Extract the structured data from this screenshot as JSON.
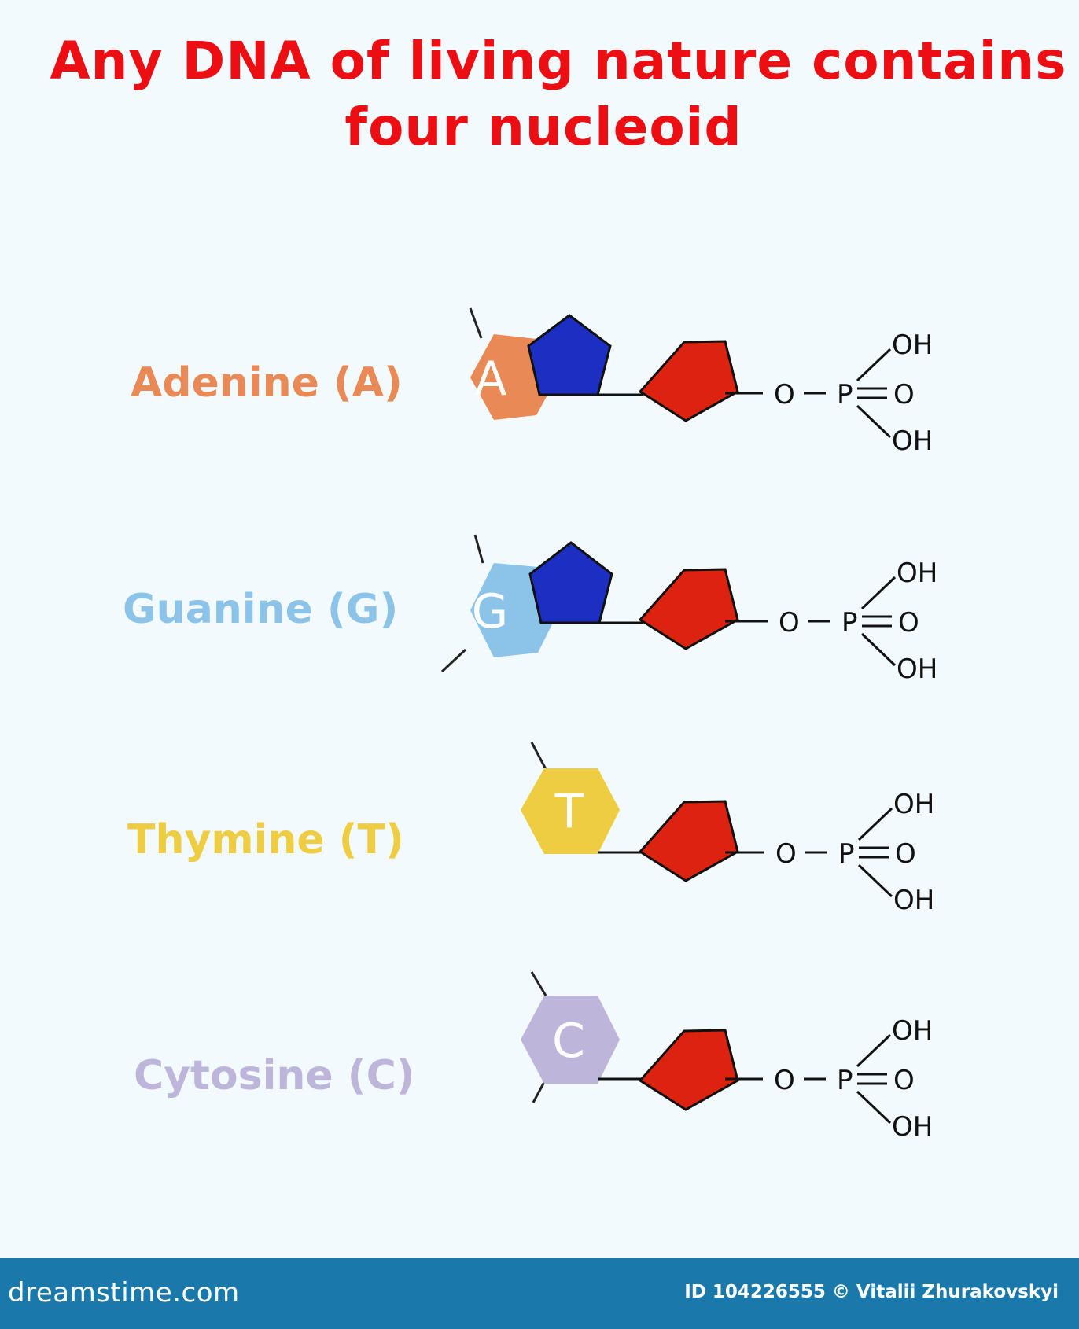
{
  "title": {
    "line1": "Any DNA of living nature contains",
    "line2": "four nucleoid"
  },
  "nucleotides": [
    {
      "name": "Adenine (A)",
      "letter": "A",
      "color": "#e98a56"
    },
    {
      "name": "Guanine (G)",
      "letter": "G",
      "color": "#8cc3e8"
    },
    {
      "name": "Thymine (T)",
      "letter": "T",
      "color": "#eecd42"
    },
    {
      "name": "Cytosine (C)",
      "letter": "C",
      "color": "#bdb6da"
    }
  ],
  "phosphate": {
    "o": "O",
    "p": "P",
    "oh": "OH"
  },
  "colors": {
    "title": "#ec0e12",
    "purine_ring": "#1c2fc2",
    "sugar": "#dc2310",
    "footer": "#1b78ab"
  },
  "footer": {
    "site": "dreamstime.com",
    "credit": "ID 104226555 © Vitalii Zhurakovskyi"
  }
}
